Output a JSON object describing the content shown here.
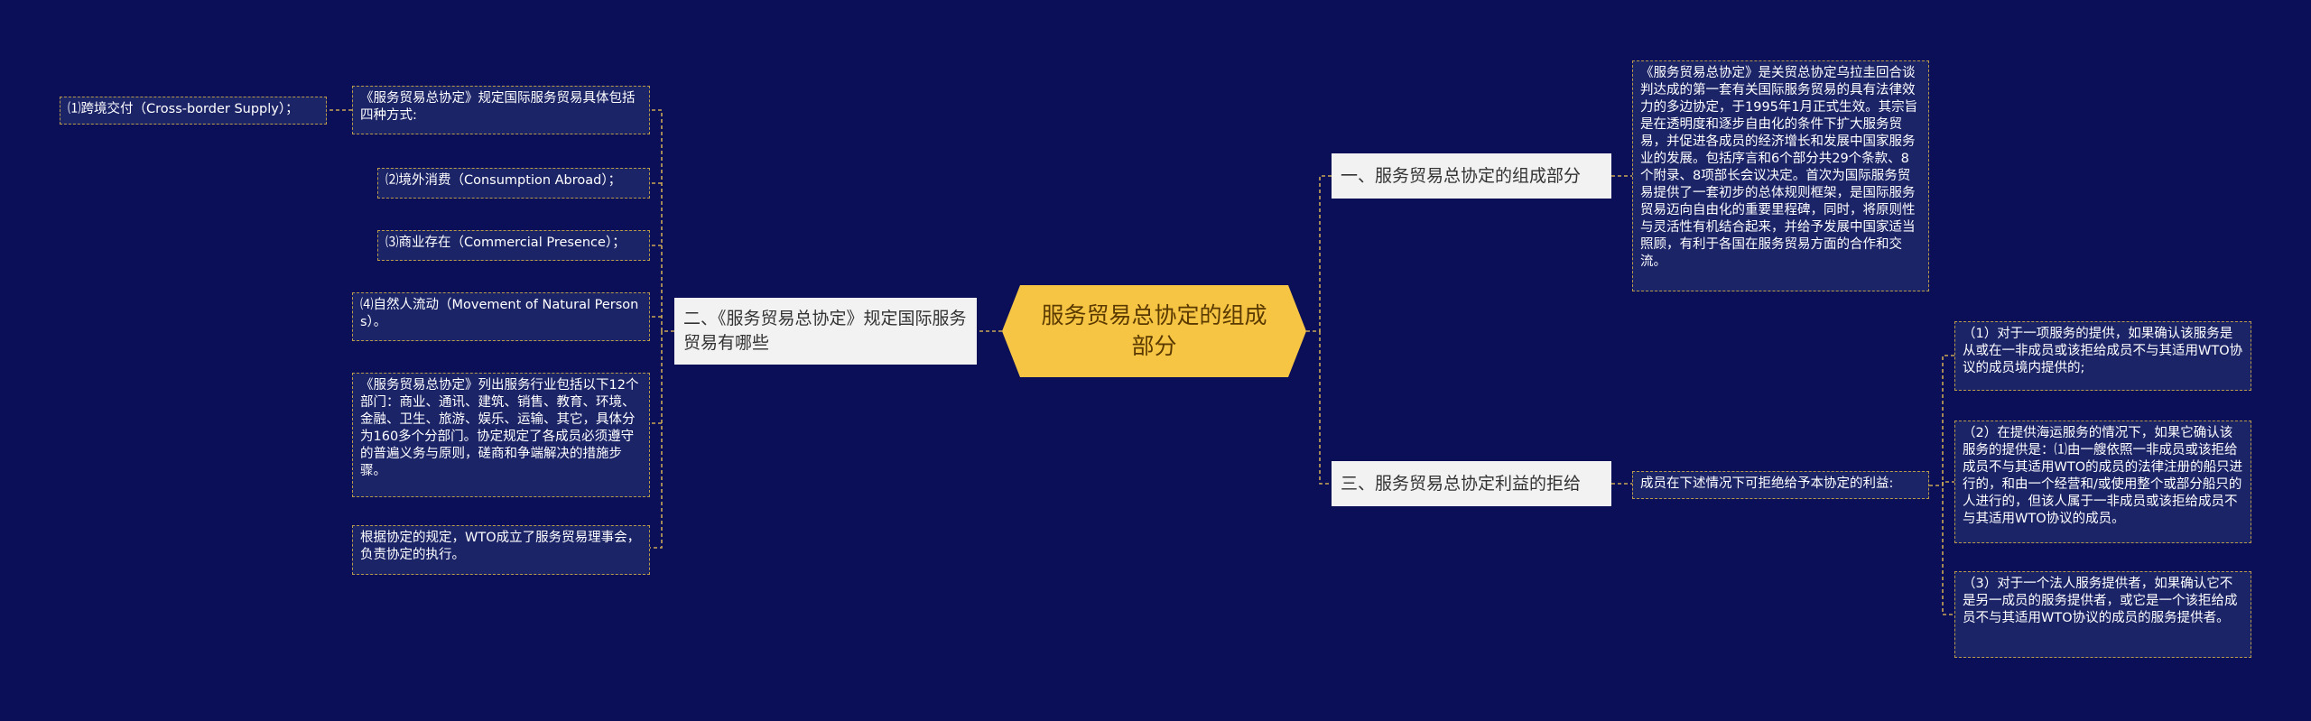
{
  "root": {
    "title": "服务贸易总协定的组成部分"
  },
  "branches": [
    {
      "label": "一、服务贸易总协定的组成部分",
      "leaves": [
        "《服务贸易总协定》是关贸总协定乌拉圭回合谈判达成的第一套有关国际服务贸易的具有法律效力的多边协定，于1995年1月正式生效。其宗旨是在透明度和逐步自由化的条件下扩大服务贸易，并促进各成员的经济增长和发展中国家服务业的发展。包括序言和6个部分共29个条款、8个附录、8项部长会议决定。首次为国际服务贸易提供了一套初步的总体规则框架，是国际服务贸易迈向自由化的重要里程碑，同时，将原则性与灵活性有机结合起来，并给予发展中国家适当照顾，有利于各国在服务贸易方面的合作和交流。"
      ]
    },
    {
      "label": "三、服务贸易总协定利益的拒给",
      "leaves": [
        "成员在下述情况下可拒绝给予本协定的利益:"
      ],
      "sub": [
        "（1）对于一项服务的提供，如果确认该服务是从或在一非成员或该拒给成员不与其适用WTO协议的成员境内提供的;",
        "（2）在提供海运服务的情况下，如果它确认该服务的提供是：⑴由一艘依照一非成员或该拒给成员不与其适用WTO的成员的法律注册的船只进行的，和由一个经营和/或使用整个或部分船只的人进行的，但该人属于一非成员或该拒给成员不与其适用WTO协议的成员。",
        "（3）对于一个法人服务提供者，如果确认它不是另一成员的服务提供者，或它是一个该拒给成员不与其适用WTO协议的成员的服务提供者。"
      ]
    },
    {
      "label": "二、《服务贸易总协定》规定国际服务贸易有哪些",
      "leaves": [
        "《服务贸易总协定》规定国际服务贸易具体包括四种方式:",
        "⑵境外消费（Consumption Abroad）；",
        "⑶商业存在（Commercial Presence）；",
        "⑷自然人流动（Movement of Natural Persons）。",
        "《服务贸易总协定》列出服务行业包括以下12个部门：商业、通讯、建筑、销售、教育、环境、金融、卫生、旅游、娱乐、运输、其它，具体分为160多个分部门。协定规定了各成员必须遵守的普遍义务与原则，磋商和争端解决的措施步骤。",
        "根据协定的规定，WTO成立了服务贸易理事会，负责协定的执行。"
      ],
      "sub": [
        "⑴跨境交付（Cross-border Supply）；"
      ]
    }
  ],
  "colors": {
    "background": "#0b0f57",
    "root_fill": "#f7c544",
    "branch_fill": "#f2f2f2",
    "leaf_fill": "#1c2468",
    "leaf_border": "#b89a4a",
    "connector": "#c9a655"
  }
}
